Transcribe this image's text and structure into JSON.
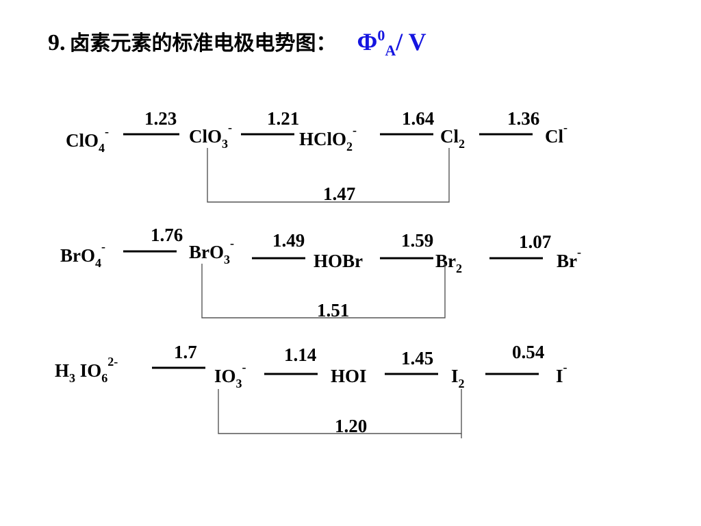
{
  "title": {
    "number": "9.",
    "text": "卤素元素的标准电极电势图：",
    "unit_symbol": "Φ",
    "unit_sup": "0",
    "unit_sub": "A",
    "unit_tail": "/ V"
  },
  "rows": [
    {
      "species": [
        {
          "base": "ClO",
          "sub": "4",
          "sup": "-"
        },
        {
          "base": "ClO",
          "sub": "3",
          "sup": "-"
        },
        {
          "base": "HClO",
          "sub": "2",
          "sup": "-"
        },
        {
          "base": "Cl",
          "sub": "2",
          "sup": ""
        },
        {
          "base": "Cl",
          "sub": "",
          "sup": "-"
        }
      ],
      "potentials": [
        "1.23",
        "1.21",
        "1.64",
        "1.36"
      ],
      "bracket_value": "1.47"
    },
    {
      "species": [
        {
          "base": "BrO",
          "sub": "4",
          "sup": "-"
        },
        {
          "base": "BrO",
          "sub": "3",
          "sup": "-"
        },
        {
          "base": "HOBr",
          "sub": "",
          "sup": ""
        },
        {
          "base": "Br",
          "sub": "2",
          "sup": ""
        },
        {
          "base": "Br",
          "sub": "",
          "sup": "-"
        }
      ],
      "potentials": [
        "1.76",
        "1.49",
        "1.59",
        "1.07"
      ],
      "bracket_value": "1.51"
    },
    {
      "species": [
        {
          "base": "H",
          "sub": "3",
          "mid": " IO",
          "sub2": "6",
          "sup": "2-"
        },
        {
          "base": "IO",
          "sub": "3",
          "sup": "-"
        },
        {
          "base": "HOI",
          "sub": "",
          "sup": ""
        },
        {
          "base": "I",
          "sub": "2",
          "sup": ""
        },
        {
          "base": "I",
          "sub": "",
          "sup": "-"
        }
      ],
      "potentials": [
        "1.7",
        "1.14",
        "1.45",
        "0.54"
      ],
      "bracket_value": "1.20"
    }
  ]
}
